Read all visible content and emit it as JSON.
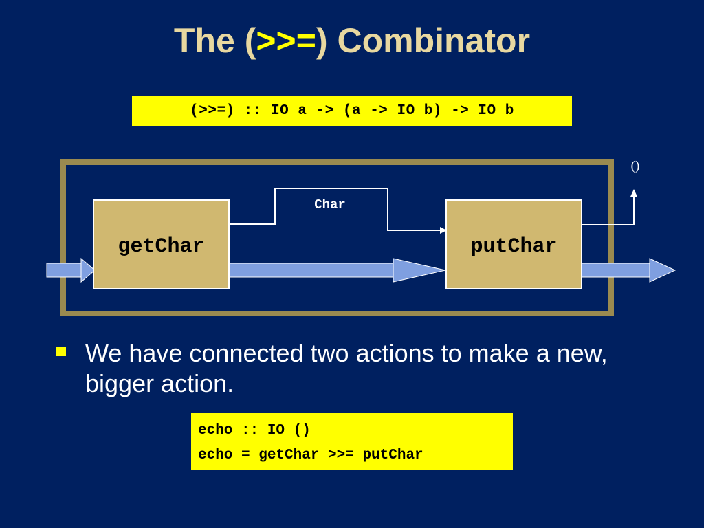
{
  "slide": {
    "title_prefix": "The (",
    "title_operator": ">>=",
    "title_suffix": ") Combinator",
    "type_signature": "(>>=) :: IO a -> (a -> IO b) -> IO b",
    "diagram": {
      "left_action": "getChar",
      "right_action": "putChar",
      "intermediate_value": "Char",
      "result_value": "()"
    },
    "bullet": "We have connected two actions to make a new, bigger action.",
    "code_lines": [
      "echo :: IO ()",
      "echo = getChar >>= putChar"
    ],
    "colors": {
      "background": "#002060",
      "title": "#e8d8a0",
      "highlight": "#ffff00",
      "action_box": "#d0b870",
      "outer_frame": "#9a8a50",
      "flow_arrow": "#7f9fe0"
    }
  }
}
